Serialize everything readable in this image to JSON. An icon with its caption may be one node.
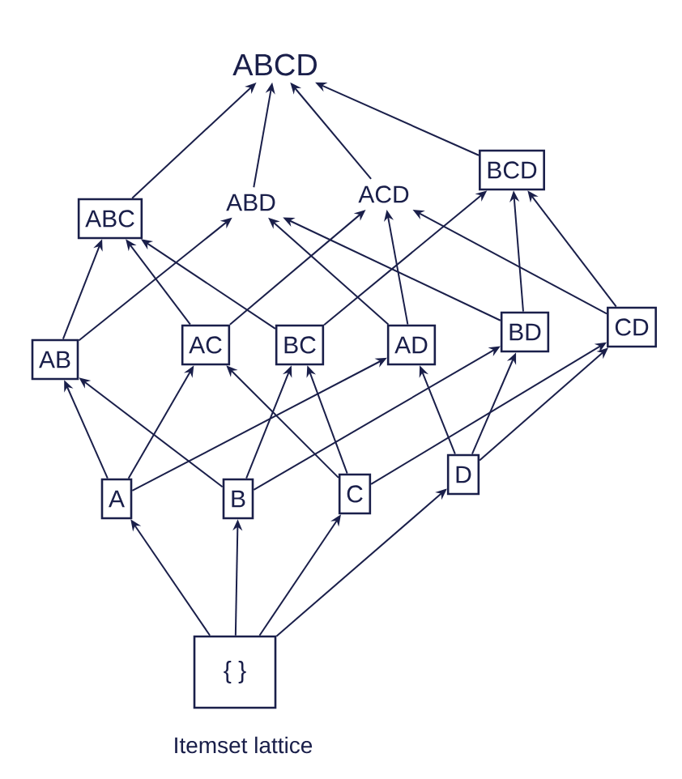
{
  "diagram": {
    "caption": "Itemset lattice",
    "nodes": [
      {
        "text": [
          "ABCD"
        ]
      },
      {
        "text": [
          "ABC"
        ]
      },
      {
        "text": [
          "ABD"
        ]
      },
      {
        "text": [
          "ACD"
        ]
      },
      {
        "text": [
          "BCD"
        ]
      },
      {
        "text": [
          "AB"
        ]
      },
      {
        "text": [
          "AC"
        ]
      },
      {
        "text": [
          "BC"
        ]
      },
      {
        "text": [
          "AD"
        ]
      },
      {
        "text": [
          "BD"
        ]
      },
      {
        "text": [
          "CD"
        ]
      },
      {
        "text": [
          "A"
        ]
      },
      {
        "text": [
          "B"
        ]
      },
      {
        "text": [
          "C"
        ]
      },
      {
        "text": [
          "D"
        ]
      },
      {
        "text": [
          "{ }"
        ]
      }
    ],
    "edges": [
      {
        "from": 1,
        "to": 0,
        "arrow": "to"
      },
      {
        "from": 2,
        "to": 0,
        "arrow": "to"
      },
      {
        "from": 3,
        "to": 0,
        "arrow": "to"
      },
      {
        "from": 4,
        "to": 0,
        "arrow": "to"
      },
      {
        "from": 5,
        "to": 1,
        "arrow": "to"
      },
      {
        "from": 5,
        "to": 2,
        "arrow": "to"
      },
      {
        "from": 6,
        "to": 1,
        "arrow": "to"
      },
      {
        "from": 6,
        "to": 3,
        "arrow": "to"
      },
      {
        "from": 7,
        "to": 1,
        "arrow": "to"
      },
      {
        "from": 7,
        "to": 4,
        "arrow": "to"
      },
      {
        "from": 8,
        "to": 2,
        "arrow": "to"
      },
      {
        "from": 8,
        "to": 3,
        "arrow": "to"
      },
      {
        "from": 9,
        "to": 2,
        "arrow": "to"
      },
      {
        "from": 9,
        "to": 4,
        "arrow": "to"
      },
      {
        "from": 10,
        "to": 3,
        "arrow": "to"
      },
      {
        "from": 10,
        "to": 4,
        "arrow": "to"
      },
      {
        "from": 11,
        "to": 5,
        "arrow": "to"
      },
      {
        "from": 11,
        "to": 6,
        "arrow": "to"
      },
      {
        "from": 11,
        "to": 8,
        "arrow": "to"
      },
      {
        "from": 12,
        "to": 5,
        "arrow": "to"
      },
      {
        "from": 12,
        "to": 7,
        "arrow": "to"
      },
      {
        "from": 12,
        "to": 9,
        "arrow": "to"
      },
      {
        "from": 13,
        "to": 6,
        "arrow": "to"
      },
      {
        "from": 13,
        "to": 7,
        "arrow": "to"
      },
      {
        "from": 13,
        "to": 10,
        "arrow": "to"
      },
      {
        "from": 14,
        "to": 8,
        "arrow": "to"
      },
      {
        "from": 14,
        "to": 9,
        "arrow": "to"
      },
      {
        "from": 14,
        "to": 10,
        "arrow": "to"
      },
      {
        "from": 15,
        "to": 11,
        "arrow": "to"
      },
      {
        "from": 15,
        "to": 12,
        "arrow": "to"
      },
      {
        "from": 15,
        "to": 13,
        "arrow": "to"
      },
      {
        "from": 15,
        "to": 14,
        "arrow": "to"
      }
    ]
  }
}
